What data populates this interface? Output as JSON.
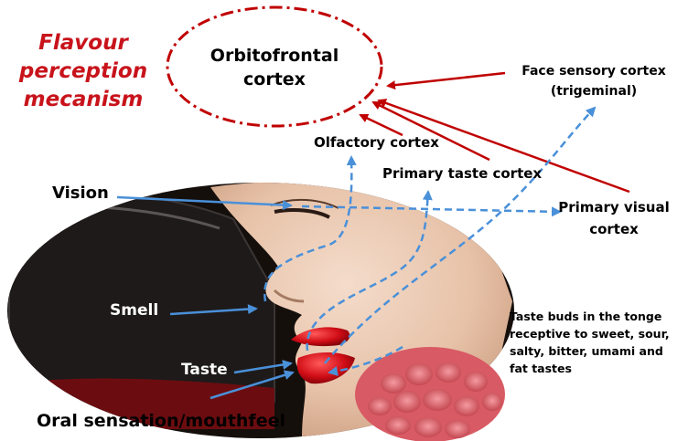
{
  "title_lines": [
    "Flavour",
    "perception",
    "mecanism"
  ],
  "orbitofrontal": [
    "Orbitofrontal",
    "cortex"
  ],
  "face_sensory": [
    "Face sensory cortex",
    "(trigeminal)"
  ],
  "olfactory": "Olfactory cortex",
  "primary_taste": "Primary taste cortex",
  "primary_visual": [
    "Primary visual",
    "cortex"
  ],
  "vision": "Vision",
  "smell": "Smell",
  "taste": "Taste",
  "oral": "Oral sensation/mouthfeel",
  "taste_buds": [
    "Taste buds in the tonge",
    "receptive to sweet, sour,",
    "salty, bitter, umami and",
    "fat tastes"
  ],
  "colors": {
    "title_red": "#c8131b",
    "arrow_red": "#c00000",
    "arrow_blue": "#4a90d9",
    "ellipse_dark": "#150f0c"
  }
}
